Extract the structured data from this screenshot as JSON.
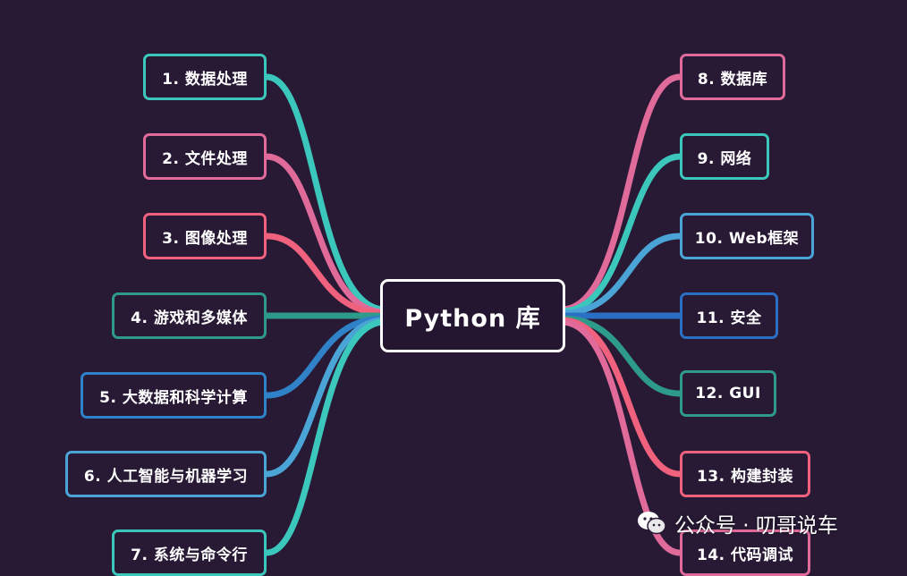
{
  "center": {
    "label": "Python 库"
  },
  "branches": {
    "left": [
      {
        "label": "1. 数据处理",
        "color": "#3cc7bd"
      },
      {
        "label": "2. 文件处理",
        "color": "#e06b9a"
      },
      {
        "label": "3. 图像处理",
        "color": "#f0617d"
      },
      {
        "label": "4. 游戏和多媒体",
        "color": "#2d9a8a"
      },
      {
        "label": "5. 大数据和科学计算",
        "color": "#2f82c7"
      },
      {
        "label": "6. 人工智能与机器学习",
        "color": "#4aa5d6"
      },
      {
        "label": "7. 系统与命令行",
        "color": "#3cc7bd"
      }
    ],
    "right": [
      {
        "label": "8. 数据库",
        "color": "#e06b9a"
      },
      {
        "label": "9. 网络",
        "color": "#3cc7bd"
      },
      {
        "label": "10. Web框架",
        "color": "#4aa5d6"
      },
      {
        "label": "11. 安全",
        "color": "#2a6fc4"
      },
      {
        "label": "12. GUI",
        "color": "#2d9a8a"
      },
      {
        "label": "13. 构建封装",
        "color": "#f0617d"
      },
      {
        "label": "14. 代码调试",
        "color": "#e06b9a"
      }
    ]
  },
  "watermark": {
    "text": "公众号 · 叨哥说车",
    "icon": "wechat-icon"
  }
}
